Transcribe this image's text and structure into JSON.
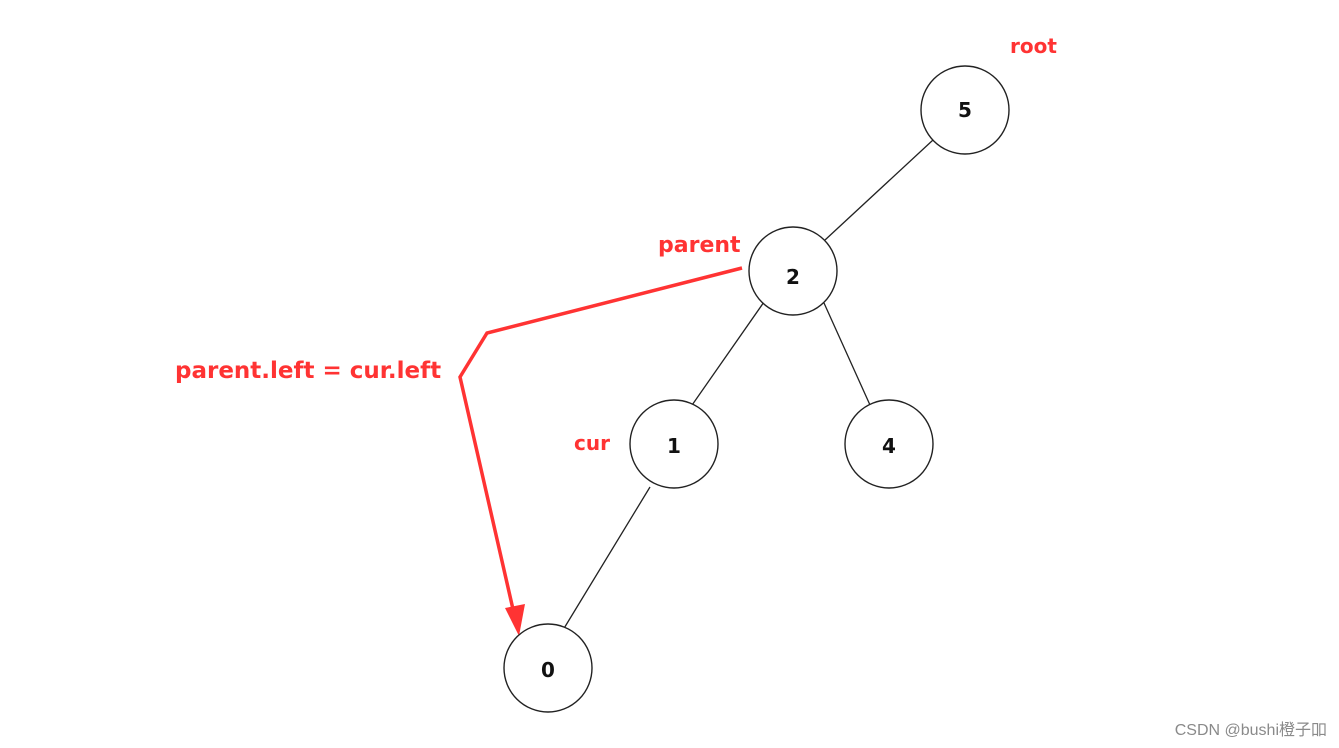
{
  "nodes": {
    "n5": "5",
    "n2": "2",
    "n1": "1",
    "n4": "4",
    "n0": "0"
  },
  "labels": {
    "root": "root",
    "parent": "parent",
    "cur": "cur",
    "assignment": "parent.left = cur.left"
  },
  "colors": {
    "annotation": "#ff3333",
    "node_stroke": "#222222",
    "background": "#ffffff"
  },
  "watermark": "CSDN @bushi橙子吅"
}
